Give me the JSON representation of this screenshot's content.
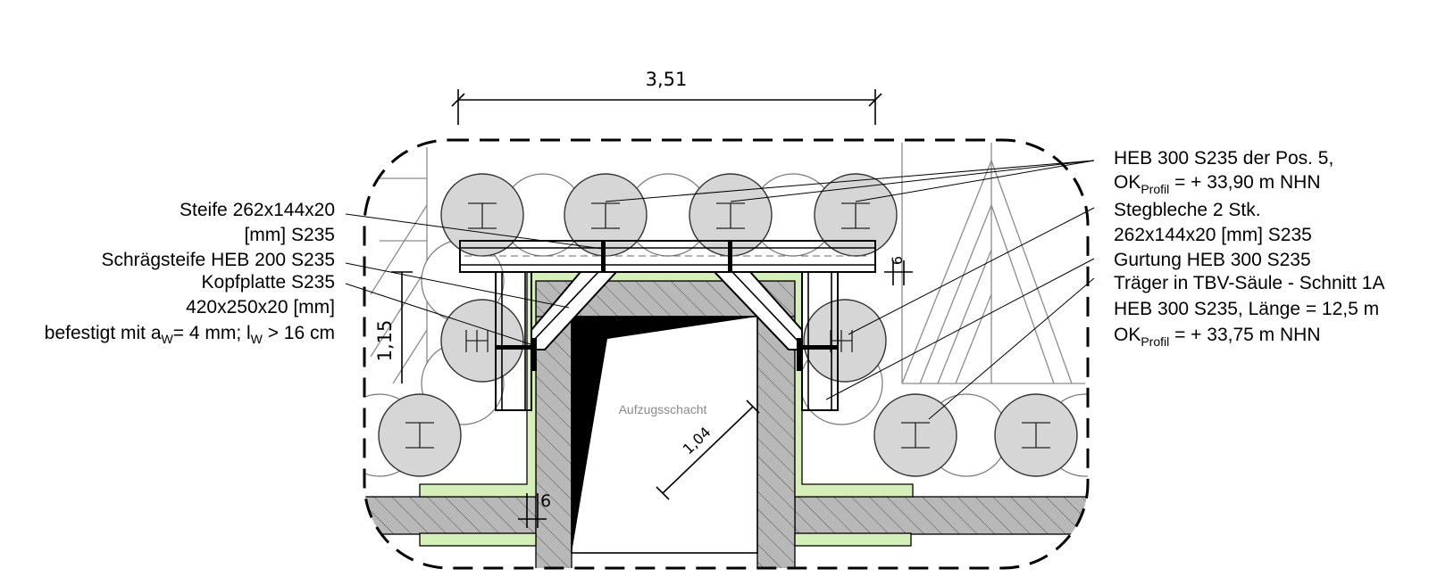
{
  "dimensions": {
    "width_top": "3,51",
    "height_left": "1,15",
    "diagonal_shaft": "1,04",
    "wall_left": "6",
    "right_small": "6"
  },
  "room_label": "Aufzugsschacht",
  "labels_left": [
    {
      "lines": [
        "Steife 262x144x20",
        "[mm] S235"
      ]
    },
    {
      "lines": [
        "Schrägsteife HEB 200 S235"
      ]
    },
    {
      "lines": [
        "Kopfplatte S235",
        "420x250x20 [mm]"
      ]
    },
    {
      "lines_rich": [
        {
          "text": "befestigt mit a"
        },
        {
          "sub": "W"
        },
        {
          "text": "= 4 mm; l"
        },
        {
          "sub": "W"
        },
        {
          "text": " > 16 cm"
        }
      ]
    }
  ],
  "labels_right": [
    {
      "line1": "HEB 300 S235 der Pos. 5,",
      "ok_prefix": "OK",
      "ok_sub": "Profil",
      "ok_value": " = + 33,90 m NHN"
    },
    {
      "line1": "Stegbleche 2 Stk.",
      "line2": "262x144x20 [mm] S235"
    },
    {
      "line1": "Gurtung HEB 300 S235"
    },
    {
      "line1": "Träger in TBV-Säule - Schnitt 1A",
      "line2": "HEB 300 S235, Länge = 12,5 m",
      "ok_prefix": "OK",
      "ok_sub": "Profil",
      "ok_value": " = + 33,75 m NHN"
    }
  ],
  "colors": {
    "insulation_green": "#d4f0b8",
    "concrete_grey": "#b4b4b4",
    "pile_grey": "#d6d6d6",
    "black": "#000000"
  }
}
